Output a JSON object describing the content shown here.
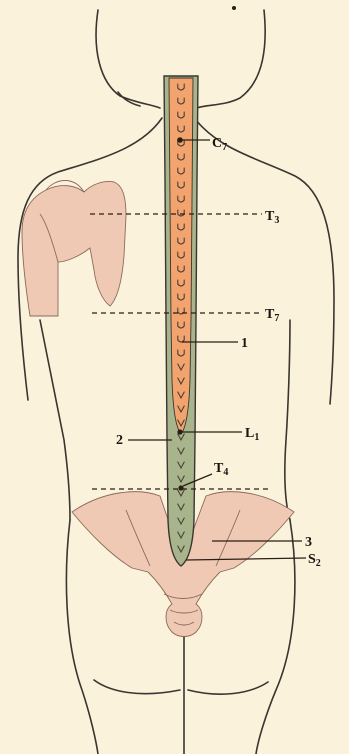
{
  "labels": {
    "c7": {
      "main": "C",
      "sub": "7"
    },
    "t3": {
      "main": "T",
      "sub": "3"
    },
    "t7": {
      "main": "T",
      "sub": "7"
    },
    "n1": "1",
    "l1": {
      "main": "L",
      "sub": "1"
    },
    "n2": "2",
    "t4": {
      "main": "T",
      "sub": "4"
    },
    "n3": "3",
    "s2": {
      "main": "S",
      "sub": "2"
    }
  },
  "colors": {
    "background": "#fbf2dc",
    "outline": "#3a3530",
    "skin_bone": "#efc9b4",
    "dural_sac": "#a8b48c",
    "spinal_cord": "#f3a46e",
    "marker": "#2a1f15"
  }
}
